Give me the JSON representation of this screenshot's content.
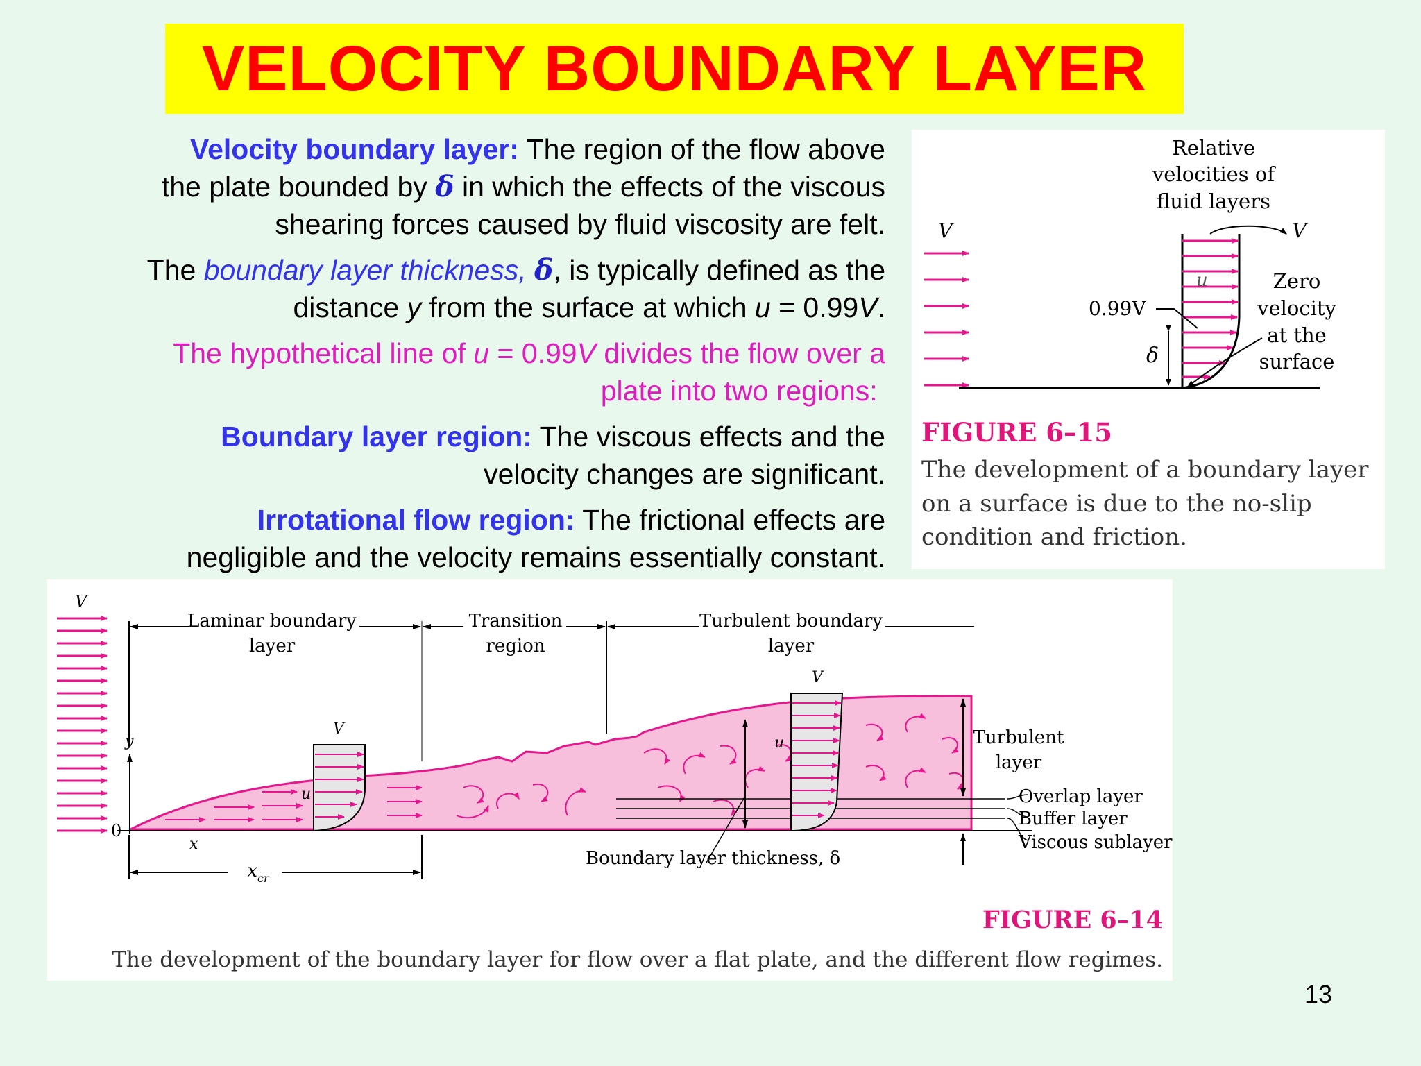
{
  "title": "VELOCITY BOUNDARY LAYER",
  "paragraphs": {
    "p1": {
      "lead": "Velocity boundary layer:",
      "line1": " The region of the flow above",
      "line2a": "the plate bounded by ",
      "delta": "δ",
      "line2b": " in which the effects of the viscous",
      "line3": "shearing forces caused by fluid viscosity are felt."
    },
    "p2": {
      "a": "The ",
      "b": "boundary layer thickness,",
      "delta": "δ",
      "c": ", is typically defined as the",
      "d": "distance ",
      "e": "y",
      "f": " from the surface at which ",
      "g": "u",
      "h": " = 0.99",
      "i": "V",
      "j": "."
    },
    "p3": {
      "a": "The hypothetical line of ",
      "b": "u",
      "c": " = 0.99",
      "d": "V",
      "e": " divides the flow over a",
      "f": "plate into two regions:"
    },
    "p4": {
      "lead": "Boundary layer region:",
      "a": " The viscous effects and the",
      "b": "velocity changes are significant."
    },
    "p5": {
      "lead": "Irrotational flow region:",
      "a": " The frictional effects are",
      "b": "negligible and the velocity remains essentially constant."
    }
  },
  "figure_6_15": {
    "label_relative": [
      "Relative",
      "velocities of",
      "fluid layers"
    ],
    "V_left": "V",
    "V_right": "V",
    "u": "u",
    "v099": "0.99V",
    "delta": "δ",
    "zero": [
      "Zero",
      "velocity",
      "at the",
      "surface"
    ],
    "fig_label": "FIGURE 6–15",
    "caption": [
      "The development of a boundary layer",
      "on a surface is due to the no-slip",
      "condition and friction."
    ]
  },
  "figure_6_14": {
    "V": "V",
    "y": "y",
    "zero": "0",
    "x": "x",
    "xcr": "x",
    "xcr_sub": "cr",
    "laminar": [
      "Laminar boundary",
      "layer"
    ],
    "transition": [
      "Transition",
      "region"
    ],
    "turbulent": [
      "Turbulent boundary",
      "layer"
    ],
    "V_lam": "V",
    "u_lam": "u",
    "V_turb": "V",
    "u_turb": "u",
    "turbulent_layer": [
      "Turbulent",
      "layer"
    ],
    "overlap": "Overlap layer",
    "buffer": "Buffer layer",
    "viscous": "Viscous sublayer",
    "thickness": "Boundary layer thickness, δ",
    "fig_label": "FIGURE 6–14",
    "caption": "The development of the boundary layer for flow over a flat plate, and the different flow regimes."
  },
  "colors": {
    "title_bg": "#ffff00",
    "title_text": "#ff0000",
    "background": "#e9f8ec",
    "accent_blue": "#3333ee",
    "accent_magenta": "#e01bbf",
    "figure_label": "#e0167a",
    "pink_fill": "#f8bfdc",
    "arrow_pink": "#e8168c"
  },
  "page_number": "13"
}
